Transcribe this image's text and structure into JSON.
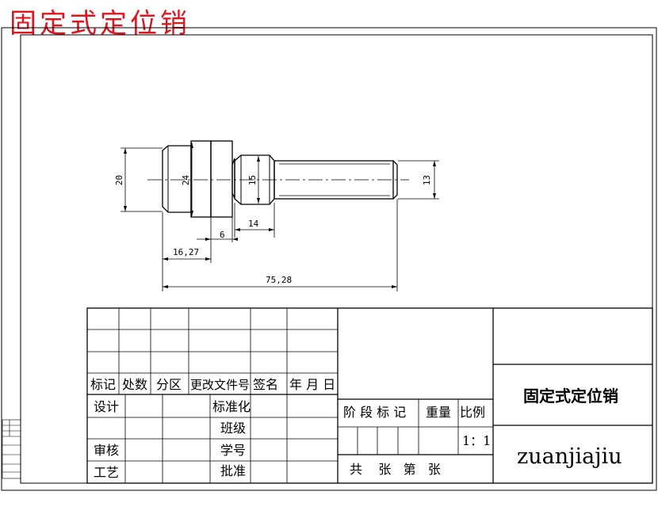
{
  "header": {
    "title": "固定式定位销"
  },
  "drawing": {
    "dimensions": {
      "d20": "20",
      "d24": "24",
      "d15": "15",
      "d13": "13",
      "l14": "14",
      "l6": "6",
      "l16_27": "16,27",
      "l75_28": "75,28"
    }
  },
  "title_block": {
    "revision_headers": [
      "标记",
      "处数",
      "分区",
      "更改文件号",
      "签名",
      "年 月 日"
    ],
    "left_rows": {
      "design": "设计",
      "standardize": "标准化",
      "class": "班级",
      "review": "审核",
      "student_id": "学号",
      "process": "工艺",
      "approve": "批准"
    },
    "middle": {
      "stage_mark": "阶 段 标 记",
      "weight": "重量",
      "scale_label": "比例",
      "scale_value": "1：1",
      "sheets": "共    张   第   张"
    },
    "part_name": "固定式定位销",
    "organization": "zuanjiajiu"
  }
}
